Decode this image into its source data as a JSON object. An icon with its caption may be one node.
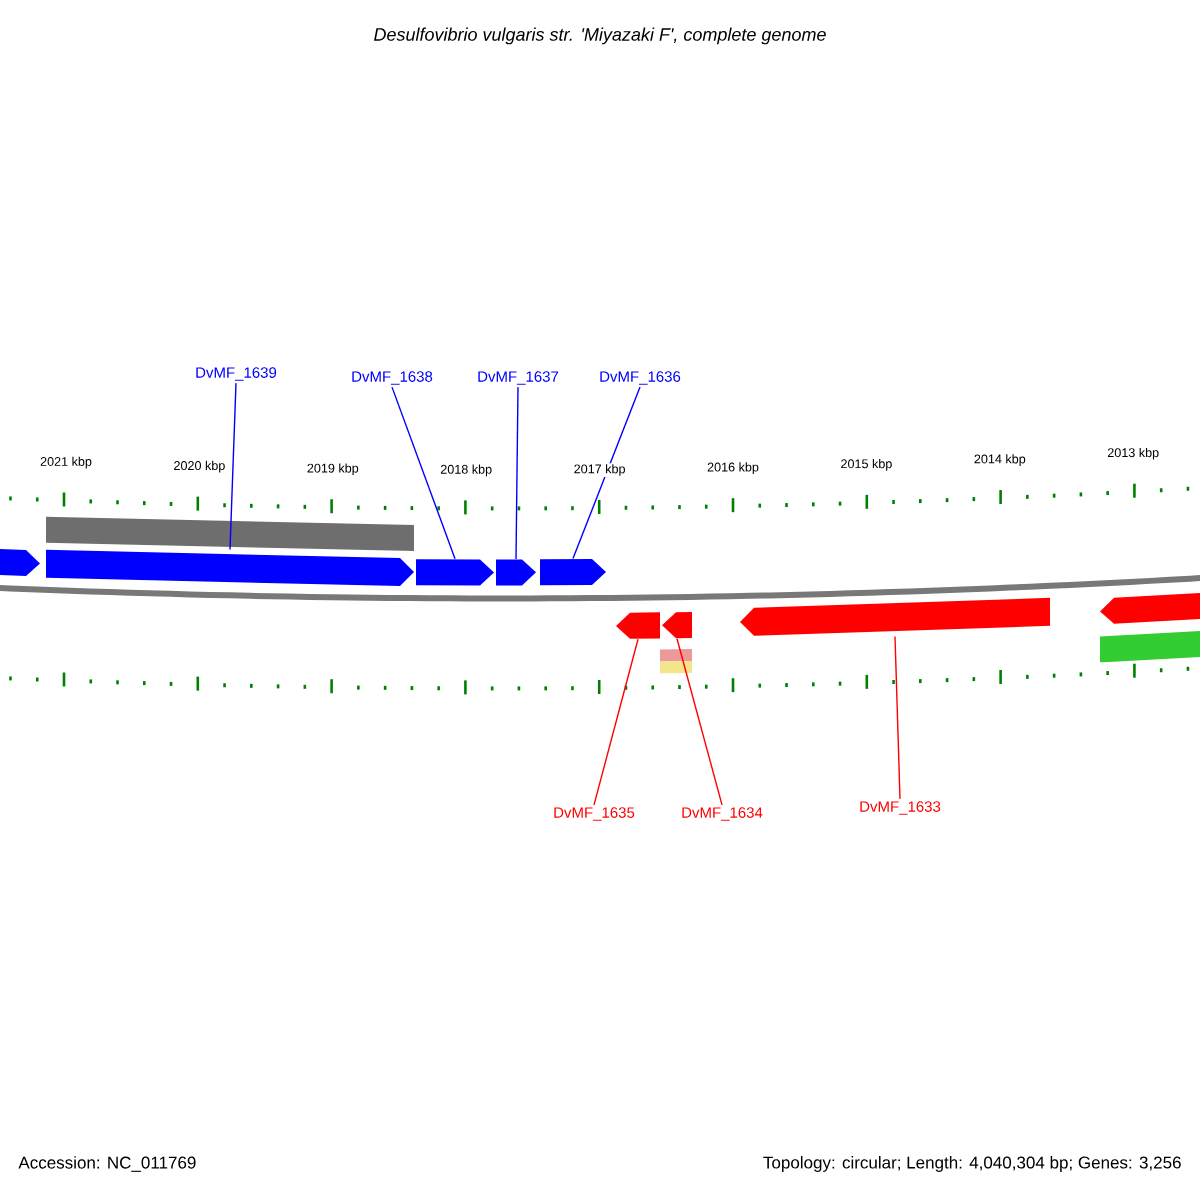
{
  "diagram": {
    "title": "Desulfovibrio vulgaris str. 'Miyazaki F', complete genome",
    "nodes": [
      {
        "text": [
          "DvMF_1639"
        ]
      },
      {
        "text": [
          "DvMF_1638"
        ]
      },
      {
        "text": [
          "DvMF_1637"
        ]
      },
      {
        "text": [
          "DvMF_1636"
        ]
      },
      {
        "text": [
          "DvMF_1635"
        ]
      },
      {
        "text": [
          "DvMF_1634"
        ]
      },
      {
        "text": [
          "DvMF_1633"
        ]
      },
      {
        "text": [],
        "shape": "bar"
      },
      {
        "text": [],
        "shape": "pentagon"
      },
      {
        "text": [],
        "shape": "pentagon"
      },
      {
        "text": [],
        "shape": "pentagon"
      },
      {
        "text": [],
        "shape": "pentagon"
      },
      {
        "text": [],
        "shape": "pentagon"
      },
      {
        "text": [],
        "shape": "pentagon"
      },
      {
        "text": [],
        "shape": "pentagon"
      },
      {
        "text": [],
        "shape": "pentagon"
      },
      {
        "text": [],
        "shape": "pentagon"
      },
      {
        "text": [],
        "shape": "bar"
      },
      {
        "text": [],
        "shape": "bar"
      },
      {
        "text": [],
        "shape": "bar"
      }
    ],
    "edges": [
      {
        "from": 0,
        "to": 9,
        "arrow": "none"
      },
      {
        "from": 1,
        "to": 10,
        "arrow": "none"
      },
      {
        "from": 2,
        "to": 11,
        "arrow": "none"
      },
      {
        "from": 3,
        "to": 12,
        "arrow": "none"
      },
      {
        "from": 4,
        "to": 13,
        "arrow": "none",
        "color": "#ff0000"
      },
      {
        "from": 5,
        "to": 14,
        "arrow": "none",
        "color": "#ff0000"
      },
      {
        "from": 6,
        "to": 15,
        "arrow": "none",
        "color": "#ff0000"
      }
    ],
    "labels": [
      "2021 kbp",
      "2020 kbp",
      "2019 kbp",
      "2018 kbp",
      "2017 kbp",
      "2016 kbp",
      "2015 kbp",
      "2014 kbp",
      "2013 kbp",
      "Accession: NC_011769",
      "Topology: circular; Length: 4,040,304 bp; Genes: 3,256"
    ]
  }
}
